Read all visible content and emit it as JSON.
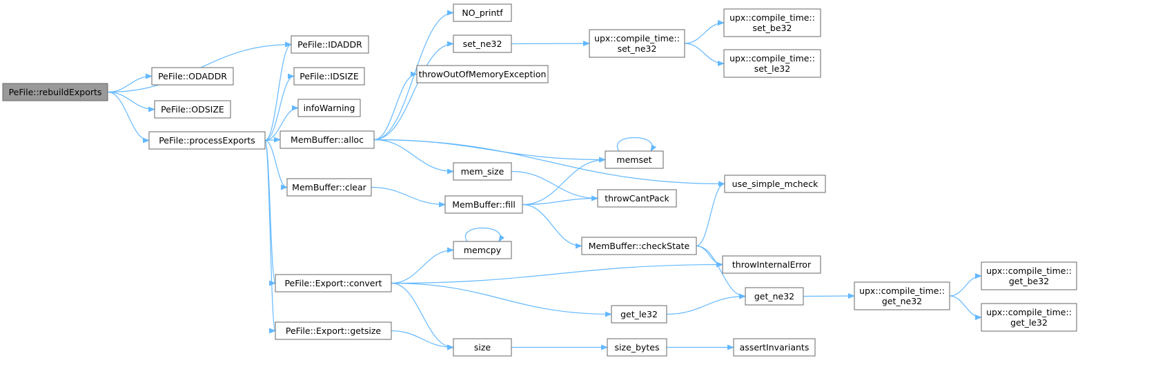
{
  "colors": {
    "edge": "#63b8ff",
    "node_border": "#666666",
    "node_fill": "#ffffff",
    "root_fill": "#999999"
  },
  "root": "rebuild",
  "nodes": [
    {
      "id": "rebuild",
      "lines": [
        "PeFile::rebuildExports"
      ]
    },
    {
      "id": "idaddr",
      "lines": [
        "PeFile::IDADDR"
      ]
    },
    {
      "id": "odaddr",
      "lines": [
        "PeFile::ODADDR"
      ]
    },
    {
      "id": "odsize",
      "lines": [
        "PeFile::ODSIZE"
      ]
    },
    {
      "id": "process",
      "lines": [
        "PeFile::processExports"
      ]
    },
    {
      "id": "idsize",
      "lines": [
        "PeFile::IDSIZE"
      ]
    },
    {
      "id": "infowarn",
      "lines": [
        "infoWarning"
      ]
    },
    {
      "id": "alloc",
      "lines": [
        "MemBuffer::alloc"
      ]
    },
    {
      "id": "clear",
      "lines": [
        "MemBuffer::clear"
      ]
    },
    {
      "id": "convert",
      "lines": [
        "PeFile::Export::convert"
      ]
    },
    {
      "id": "getsize",
      "lines": [
        "PeFile::Export::getsize"
      ]
    },
    {
      "id": "noprintf",
      "lines": [
        "NO_printf"
      ]
    },
    {
      "id": "setne32",
      "lines": [
        "set_ne32"
      ]
    },
    {
      "id": "throwoom",
      "lines": [
        "throwOutOfMemoryException"
      ]
    },
    {
      "id": "memsize",
      "lines": [
        "mem_size"
      ]
    },
    {
      "id": "fill",
      "lines": [
        "MemBuffer::fill"
      ]
    },
    {
      "id": "memcpy",
      "lines": [
        "memcpy"
      ]
    },
    {
      "id": "getle32",
      "lines": [
        "get_le32"
      ]
    },
    {
      "id": "size",
      "lines": [
        "size"
      ]
    },
    {
      "id": "upxsetne32",
      "lines": [
        "upx::compile_time::",
        "set_ne32"
      ]
    },
    {
      "id": "memset",
      "lines": [
        "memset"
      ]
    },
    {
      "id": "throwcant",
      "lines": [
        "throwCantPack"
      ]
    },
    {
      "id": "checkstate",
      "lines": [
        "MemBuffer::checkState"
      ]
    },
    {
      "id": "sizebytes",
      "lines": [
        "size_bytes"
      ]
    },
    {
      "id": "upxsetbe32",
      "lines": [
        "upx::compile_time::",
        "set_be32"
      ]
    },
    {
      "id": "upxsetle32",
      "lines": [
        "upx::compile_time::",
        "set_le32"
      ]
    },
    {
      "id": "usesimple",
      "lines": [
        "use_simple_mcheck"
      ]
    },
    {
      "id": "throwinternal",
      "lines": [
        "throwInternalError"
      ]
    },
    {
      "id": "getne32",
      "lines": [
        "get_ne32"
      ]
    },
    {
      "id": "assertinv",
      "lines": [
        "assertInvariants"
      ]
    },
    {
      "id": "upxgetne32",
      "lines": [
        "upx::compile_time::",
        "get_ne32"
      ]
    },
    {
      "id": "upxgetbe32",
      "lines": [
        "upx::compile_time::",
        "get_be32"
      ]
    },
    {
      "id": "upxgetle32",
      "lines": [
        "upx::compile_time::",
        "get_le32"
      ]
    }
  ],
  "edges": [
    [
      "rebuild",
      "idaddr"
    ],
    [
      "rebuild",
      "odaddr"
    ],
    [
      "rebuild",
      "odsize"
    ],
    [
      "rebuild",
      "process"
    ],
    [
      "process",
      "idaddr"
    ],
    [
      "process",
      "idsize"
    ],
    [
      "process",
      "infowarn"
    ],
    [
      "process",
      "alloc"
    ],
    [
      "process",
      "clear"
    ],
    [
      "process",
      "convert"
    ],
    [
      "process",
      "getsize"
    ],
    [
      "alloc",
      "noprintf"
    ],
    [
      "alloc",
      "setne32"
    ],
    [
      "alloc",
      "throwoom"
    ],
    [
      "alloc",
      "usesimple"
    ],
    [
      "alloc",
      "memset"
    ],
    [
      "alloc",
      "memsize"
    ],
    [
      "setne32",
      "upxsetne32"
    ],
    [
      "upxsetne32",
      "upxsetbe32"
    ],
    [
      "upxsetne32",
      "upxsetle32"
    ],
    [
      "memset",
      "memset"
    ],
    [
      "memsize",
      "throwcant"
    ],
    [
      "clear",
      "fill"
    ],
    [
      "fill",
      "memset"
    ],
    [
      "fill",
      "throwcant"
    ],
    [
      "fill",
      "checkstate"
    ],
    [
      "checkstate",
      "usesimple"
    ],
    [
      "checkstate",
      "throwinternal"
    ],
    [
      "checkstate",
      "getne32"
    ],
    [
      "convert",
      "memcpy"
    ],
    [
      "memcpy",
      "memcpy"
    ],
    [
      "convert",
      "throwinternal"
    ],
    [
      "convert",
      "getle32"
    ],
    [
      "convert",
      "size"
    ],
    [
      "getle32",
      "getne32"
    ],
    [
      "getne32",
      "upxgetne32"
    ],
    [
      "upxgetne32",
      "upxgetbe32"
    ],
    [
      "upxgetne32",
      "upxgetle32"
    ],
    [
      "getsize",
      "size"
    ],
    [
      "size",
      "sizebytes"
    ],
    [
      "sizebytes",
      "assertinv"
    ]
  ]
}
